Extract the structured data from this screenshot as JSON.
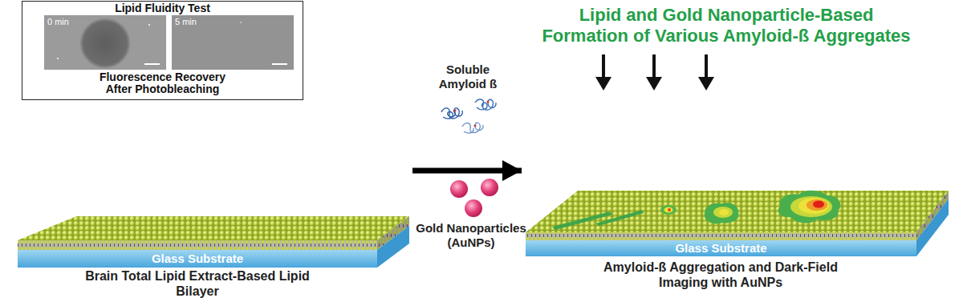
{
  "diagram": {
    "nodes": [
      {
        "text": [
          "Lipid Fluidity Test",
          "Fluorescence Recovery After Photobleaching"
        ]
      },
      {
        "text": [
          "0 min"
        ],
        "in": 0
      },
      {
        "text": [
          "5 min"
        ],
        "in": 0
      },
      {
        "text": [
          "Glass Substrate",
          "Brain Total Lipid Extract-Based Lipid Bilayer"
        ]
      },
      {
        "text": [
          "Glass Substrate",
          "Amyloid-ß Aggregation and Dark-Field Imaging with AuNPs"
        ]
      }
    ],
    "edges": [
      {
        "from": 3,
        "to": 4,
        "arrow": "to"
      }
    ],
    "labels": [
      "Lipid and Gold Nanoparticle-Based Formation of Various Amyloid-ß Aggregates",
      "Soluble Amyloid ß",
      "Gold Nanoparticles (AuNPs)"
    ]
  }
}
